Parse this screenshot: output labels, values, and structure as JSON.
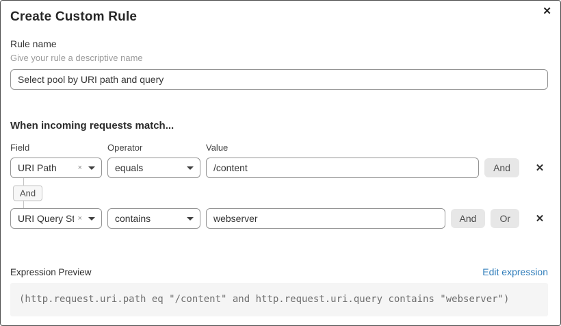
{
  "dialog": {
    "title": "Create Custom Rule"
  },
  "icons": {
    "close": "✕",
    "remove": "✕",
    "clear": "×"
  },
  "rule_name": {
    "label": "Rule name",
    "helper": "Give your rule a descriptive name",
    "value": "Select pool by URI path and query"
  },
  "match": {
    "heading": "When incoming requests match...",
    "columns": {
      "field": "Field",
      "operator": "Operator",
      "value": "Value"
    },
    "connector_label": "And",
    "rows": [
      {
        "field": "URI Path",
        "operator": "equals",
        "value": "/content",
        "buttons": [
          "And"
        ]
      },
      {
        "field": "URI Query St...",
        "operator": "contains",
        "value": "webserver",
        "buttons": [
          "And",
          "Or"
        ]
      }
    ]
  },
  "expression": {
    "label": "Expression Preview",
    "edit_link": "Edit expression",
    "code": "(http.request.uri.path eq \"/content\" and http.request.uri.query contains \"webserver\")"
  },
  "colors": {
    "link_blue": "#2e7cba",
    "button_gray": "#e7e7e7",
    "code_background": "#f5f5f5",
    "input_border": "#949494"
  }
}
